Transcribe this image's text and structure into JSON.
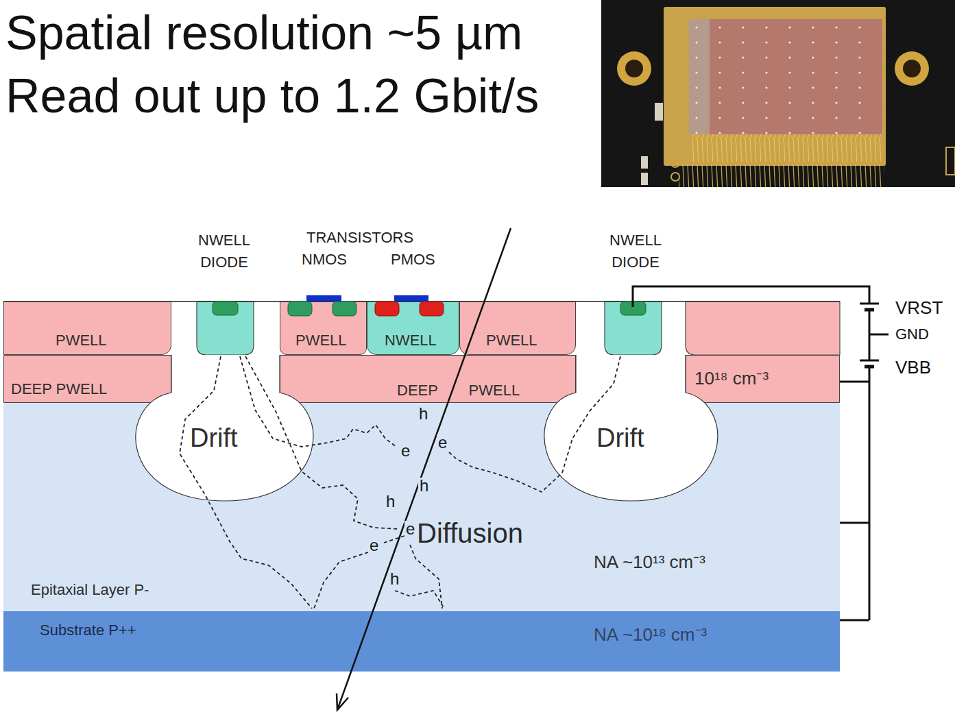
{
  "diagram": {
    "nodes": [
      {
        "text": [
          "PWELL"
        ]
      },
      {
        "text": [
          "DEEP PWELL"
        ]
      },
      {
        "text": [
          "PWELL"
        ]
      },
      {
        "text": [
          "NWELL"
        ]
      },
      {
        "text": [
          "PWELL"
        ]
      },
      {
        "text": [
          "DEEP PWELL"
        ]
      },
      {
        "text": [
          "10¹⁸ cm⁻³"
        ]
      },
      {
        "text": [
          "Epitaxial Layer P-",
          "NA ~10¹³ cm⁻³"
        ]
      },
      {
        "text": [
          "Drift"
        ],
        "in": 7
      },
      {
        "text": [
          "Drift"
        ],
        "in": 7
      },
      {
        "text": [
          "Substrate P++",
          "NA ~10¹⁸ cm⁻³"
        ]
      }
    ],
    "labels": [
      "Spatial resolution ~5 µm",
      "Read out up to 1.2 Gbit/s",
      "NWELL DIODE",
      "TRANSISTORS",
      "NMOS",
      "PMOS",
      "NWELL DIODE",
      "VRST",
      "GND",
      "VBB",
      "h",
      "e",
      "e",
      "h",
      "h",
      "e",
      "e",
      "h",
      "Diffusion"
    ]
  }
}
